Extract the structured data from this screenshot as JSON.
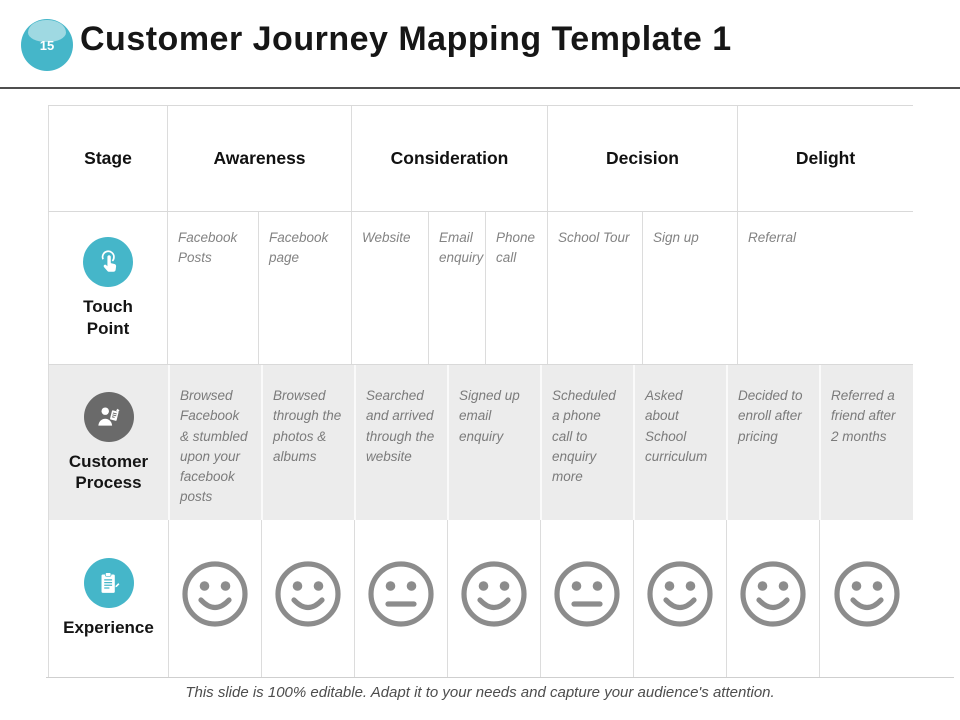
{
  "slide": {
    "number": "15",
    "title": "Customer Journey Mapping Template 1",
    "footer": "This slide is 100% editable. Adapt it to your needs and capture your audience's attention."
  },
  "header": {
    "stage": "Stage",
    "awareness": "Awareness",
    "consideration": "Consideration",
    "decision": "Decision",
    "delight": "Delight"
  },
  "touch_point": {
    "label": "Touch Point",
    "icon": "touch-gesture-icon",
    "cells": [
      "Facebook Posts",
      "Facebook page",
      "Website",
      "Email enquiry",
      "Phone call",
      "School Tour",
      "Sign up",
      "Referral"
    ]
  },
  "customer_process": {
    "label": "Customer Process",
    "icon": "person-writing-icon",
    "cells": [
      "Browsed Facebook & stumbled upon your facebook posts",
      "Browsed through the photos & albums",
      "Searched and arrived through the website",
      "Signed up email enquiry",
      "Scheduled a phone call to enquiry more",
      "Asked about School curriculum",
      "Decided to enroll after pricing",
      "Referred a friend after 2 months"
    ]
  },
  "experience": {
    "label": "Experience",
    "icon": "clipboard-icon",
    "faces": [
      "happy",
      "happy",
      "neutral",
      "happy",
      "neutral",
      "happy",
      "happy",
      "happy"
    ]
  },
  "colors": {
    "accent_teal": "#45b6c9",
    "accent_teal_light": "#9fd9e2",
    "icon_dark_gray": "#6a6a6a",
    "smiley_gray": "#8c8c8c",
    "process_row_bg": "#ececec",
    "border_gray": "#dcdcdc"
  }
}
